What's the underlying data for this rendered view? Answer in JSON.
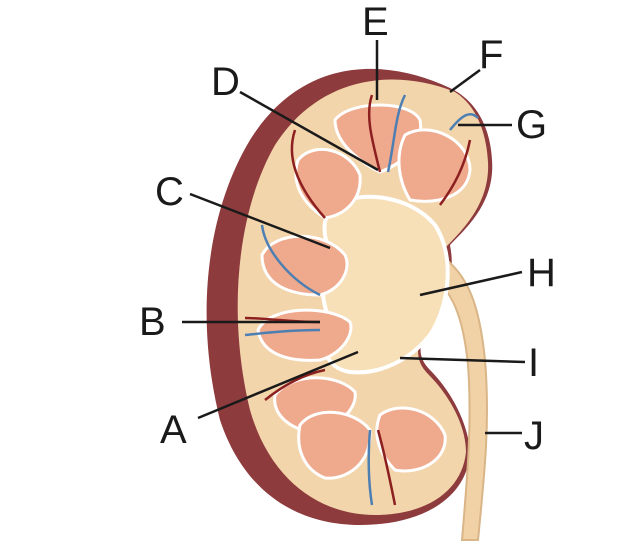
{
  "labels": {
    "A": "A",
    "B": "B",
    "C": "C",
    "D": "D",
    "E": "E",
    "F": "F",
    "G": "G",
    "H": "H",
    "I": "I",
    "J": "J"
  },
  "colors": {
    "capsule": "#8e3b3e",
    "cortex": "#f3d5ac",
    "pyramid": "#efa98c",
    "pelvis": "#f7dfb8",
    "ureter": "#f1d2a6",
    "artery": "#8c1f1f",
    "vein": "#4e7fb3"
  }
}
